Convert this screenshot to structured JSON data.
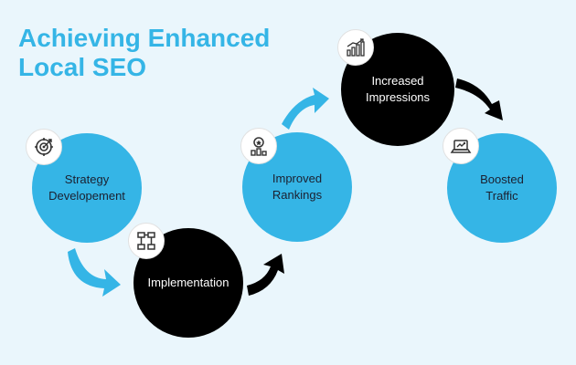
{
  "title": {
    "line1": "Achieving Enhanced",
    "line2": "Local SEO"
  },
  "steps": [
    {
      "line1": "Strategy",
      "line2": "Developement",
      "icon": "target-gear-icon"
    },
    {
      "line1": "Implementation",
      "line2": "",
      "icon": "flowchart-icon"
    },
    {
      "line1": "Improved",
      "line2": "Rankings",
      "icon": "award-ranking-icon"
    },
    {
      "line1": "Increased",
      "line2": "Impressions",
      "icon": "growth-chart-icon"
    },
    {
      "line1": "Boosted",
      "line2": "Traffic",
      "icon": "laptop-traffic-icon"
    }
  ],
  "colors": {
    "accent": "#35b5e6",
    "dark": "#000000",
    "background": "#eaf6fc"
  }
}
